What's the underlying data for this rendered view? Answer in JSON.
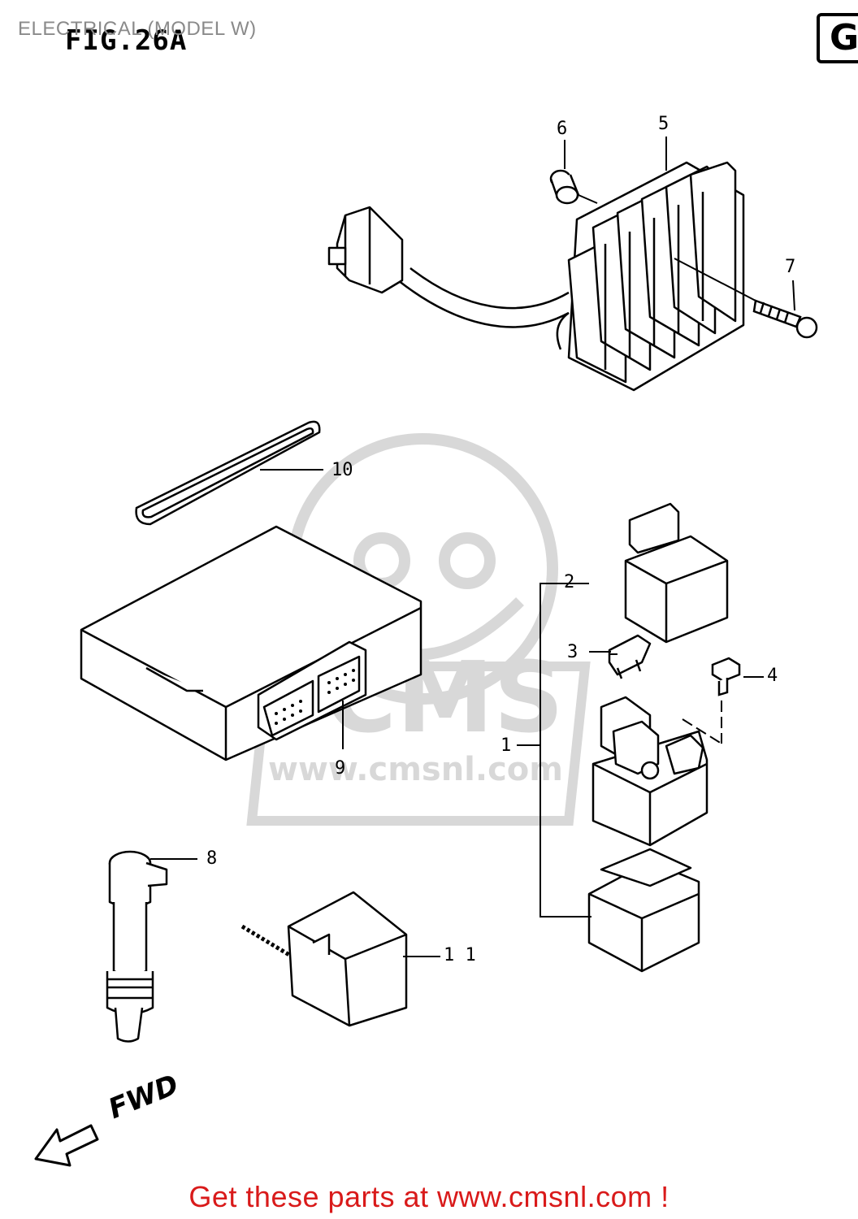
{
  "header": {
    "title": "ELECTRICAL (MODEL W)",
    "figure": "FIG.26A",
    "group_letter": "G"
  },
  "watermark": {
    "text": "www.cmsnl.com"
  },
  "callouts": {
    "c1": "1",
    "c2": "2",
    "c3": "3",
    "c4": "4",
    "c5": "5",
    "c6": "6",
    "c7": "7",
    "c8": "8",
    "c9": "9",
    "c10": "10",
    "c11": "1 1"
  },
  "fwd": {
    "label": "FWD"
  },
  "footer": {
    "text": "Get these parts at www.cmsnl.com !"
  },
  "colors": {
    "footer_text": "#d91a1a",
    "watermark": "#d8d8d8",
    "line_art": "#000000"
  }
}
